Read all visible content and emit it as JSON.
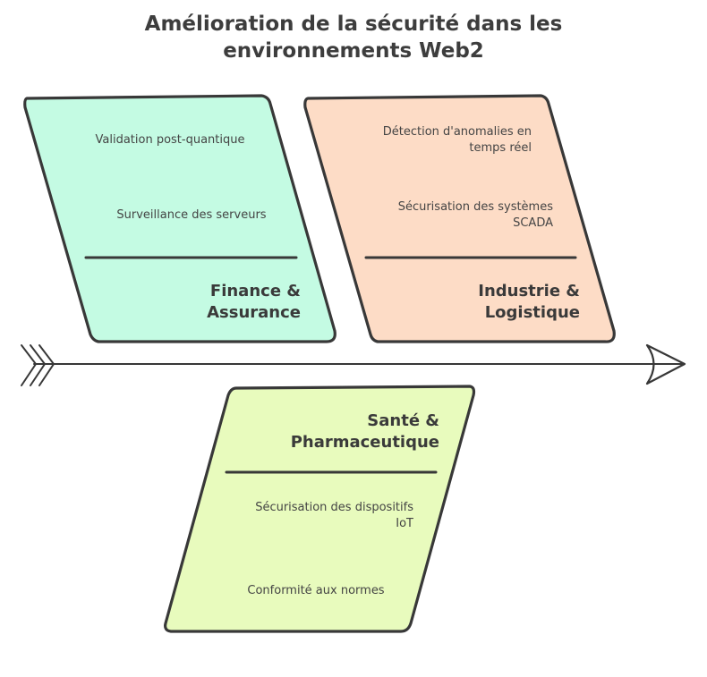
{
  "title": {
    "line1": "Amélioration de la sécurité dans les",
    "line2": "environnements Web2"
  },
  "categories": [
    {
      "name_line1": "Finance &",
      "name_line2": "Assurance",
      "color": "#c4fbe3",
      "items": [
        {
          "line1": "Validation post-quantique",
          "line2": ""
        },
        {
          "line1": "Surveillance des serveurs",
          "line2": ""
        }
      ]
    },
    {
      "name_line1": "Industrie &",
      "name_line2": "Logistique",
      "color": "#fddcc6",
      "items": [
        {
          "line1": "Détection d'anomalies en",
          "line2": "temps réel"
        },
        {
          "line1": "Sécurisation des systèmes",
          "line2": "SCADA"
        }
      ]
    },
    {
      "name_line1": "Santé &",
      "name_line2": "Pharmaceutique",
      "color": "#e8fbbd",
      "items": [
        {
          "line1": "Sécurisation des dispositifs",
          "line2": "IoT"
        },
        {
          "line1": "Conformité aux normes",
          "line2": ""
        }
      ]
    }
  ],
  "colors": {
    "stroke": "#383838",
    "text": "#444444"
  }
}
